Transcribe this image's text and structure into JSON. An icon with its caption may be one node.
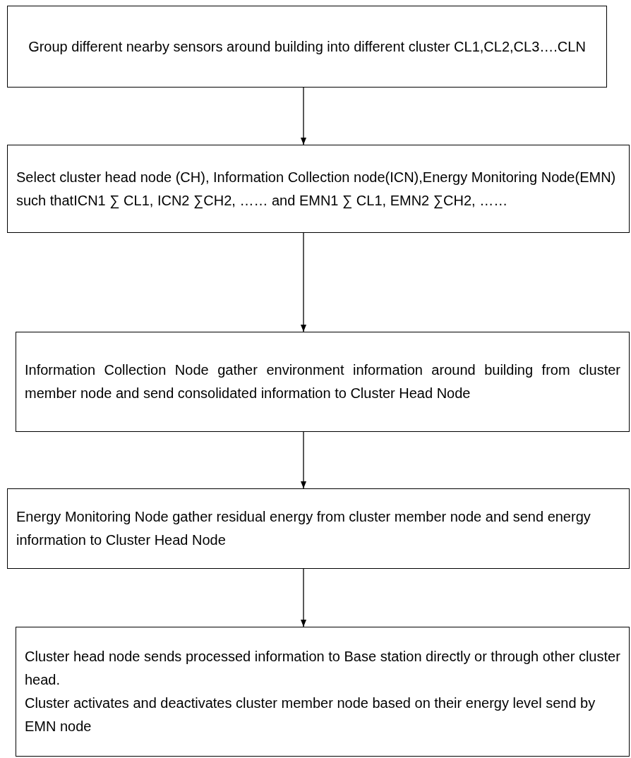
{
  "diagram": {
    "nodes": [
      {
        "text": [
          "Group different nearby sensors around building into different cluster CL1,CL2,CL3….CLN"
        ]
      },
      {
        "text": [
          "Select cluster head node (CH), Information Collection node(ICN),Energy Monitoring Node(EMN) such thatICN1 ∑ CL1, ICN2 ∑CH2, …… and EMN1 ∑ CL1, EMN2 ∑CH2, ……"
        ]
      },
      {
        "text": [
          "Information Collection Node gather environment information around building from cluster member node and send consolidated information to Cluster Head Node"
        ]
      },
      {
        "text": [
          "Energy Monitoring Node gather residual energy from cluster member node and send energy information to Cluster Head Node"
        ]
      },
      {
        "text": [
          "Cluster head node sends processed information to Base station directly or through other cluster head.",
          "Cluster activates and deactivates cluster member node based on their energy level send by EMN node"
        ]
      }
    ],
    "edges": [
      {
        "from": 0,
        "to": 1,
        "arrow": "to"
      },
      {
        "from": 1,
        "to": 2,
        "arrow": "to"
      },
      {
        "from": 2,
        "to": 3,
        "arrow": "to"
      },
      {
        "from": 3,
        "to": 4,
        "arrow": "to"
      }
    ]
  }
}
